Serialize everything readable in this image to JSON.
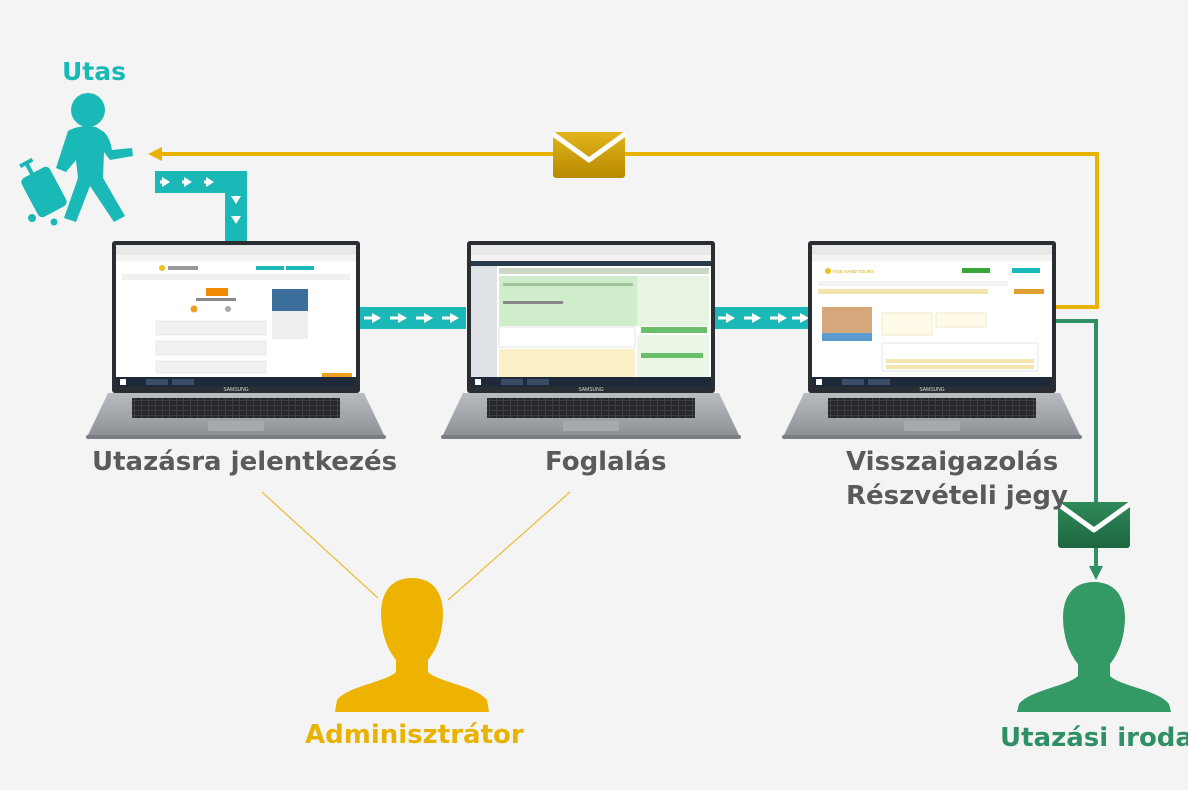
{
  "labels": {
    "traveler": "Utas",
    "registration": "Utazásra jelentkezés",
    "booking": "Foglalás",
    "confirmation_line1": "Visszaigazolás",
    "confirmation_line2": "Részvételi jegy",
    "admin": "Adminisztrátor",
    "agency": "Utazási iroda"
  },
  "laptop": {
    "brand": "SAMSUNG"
  },
  "screens": {
    "confirmation_logo": "FIVE HAND TOURS"
  },
  "colors": {
    "teal": "#1ab9b8",
    "yellow": "#e8b200",
    "green": "#2f9163",
    "label_gray": "#5a5a5a",
    "background": "#f4f4f4"
  },
  "icons": [
    "walking-traveler-icon",
    "envelope-icon",
    "person-silhouette-icon",
    "laptop-icon",
    "arrow-right-icon",
    "arrow-down-icon"
  ]
}
